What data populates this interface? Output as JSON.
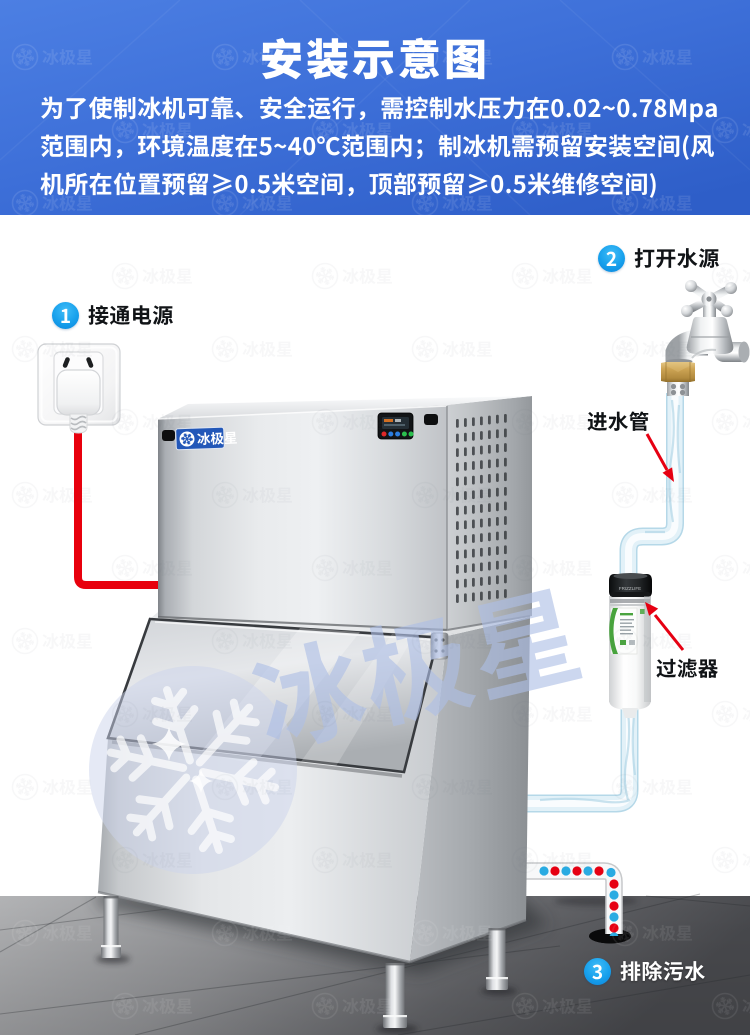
{
  "header": {
    "title": "安装示意图",
    "description_lines": [
      "为了使制冰机可靠、安全运行，需控制水压力在0.02~0.78Mpa",
      "范围内，环境温度在5~40℃范围内；制冰机需预留安装空间(风",
      "机所在位置预留≥0.5米空间，顶部预留≥0.5米维修空间)"
    ],
    "background_start": "#4a7de2",
    "background_end": "#2e5ec8",
    "text_color": "#ffffff"
  },
  "steps": [
    {
      "number": "1",
      "label": "接通电源"
    },
    {
      "number": "2",
      "label": "打开水源"
    },
    {
      "number": "3",
      "label": "排除污水"
    }
  ],
  "annotations": [
    {
      "label": "进水管"
    },
    {
      "label": "过滤器"
    }
  ],
  "brand": {
    "logo_text": "冰极星",
    "watermark_text": "冰极星"
  },
  "colors": {
    "step_badge": "#17a0ec",
    "arrow_red": "#e60012",
    "power_cable": "#e8000d",
    "water_pipe": "#d9edf6",
    "drain_dot_blue": "#29abe2",
    "drain_dot_red": "#e60012"
  }
}
